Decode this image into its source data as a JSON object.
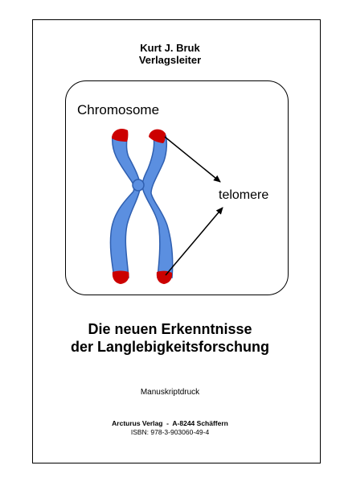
{
  "author": {
    "name": "Kurt J. Bruk",
    "role": "Verlagsleiter"
  },
  "figure": {
    "title_label": "Chromosome",
    "pointer_label": "telomere",
    "colors": {
      "chromatid": "#5b8fe0",
      "chromatid_outline": "#2f5fb0",
      "telomere": "#cc0000",
      "arrow": "#000000"
    }
  },
  "book_title": {
    "line1": "Die neuen Erkenntnisse",
    "line2": "der Langlebigkeitsforschung"
  },
  "edition_note": "Manuskriptdruck",
  "publisher": {
    "name": "Arcturus Verlag  -  A-8244 Schäffern",
    "isbn": "ISBN: 978-3-903060-49-4"
  }
}
